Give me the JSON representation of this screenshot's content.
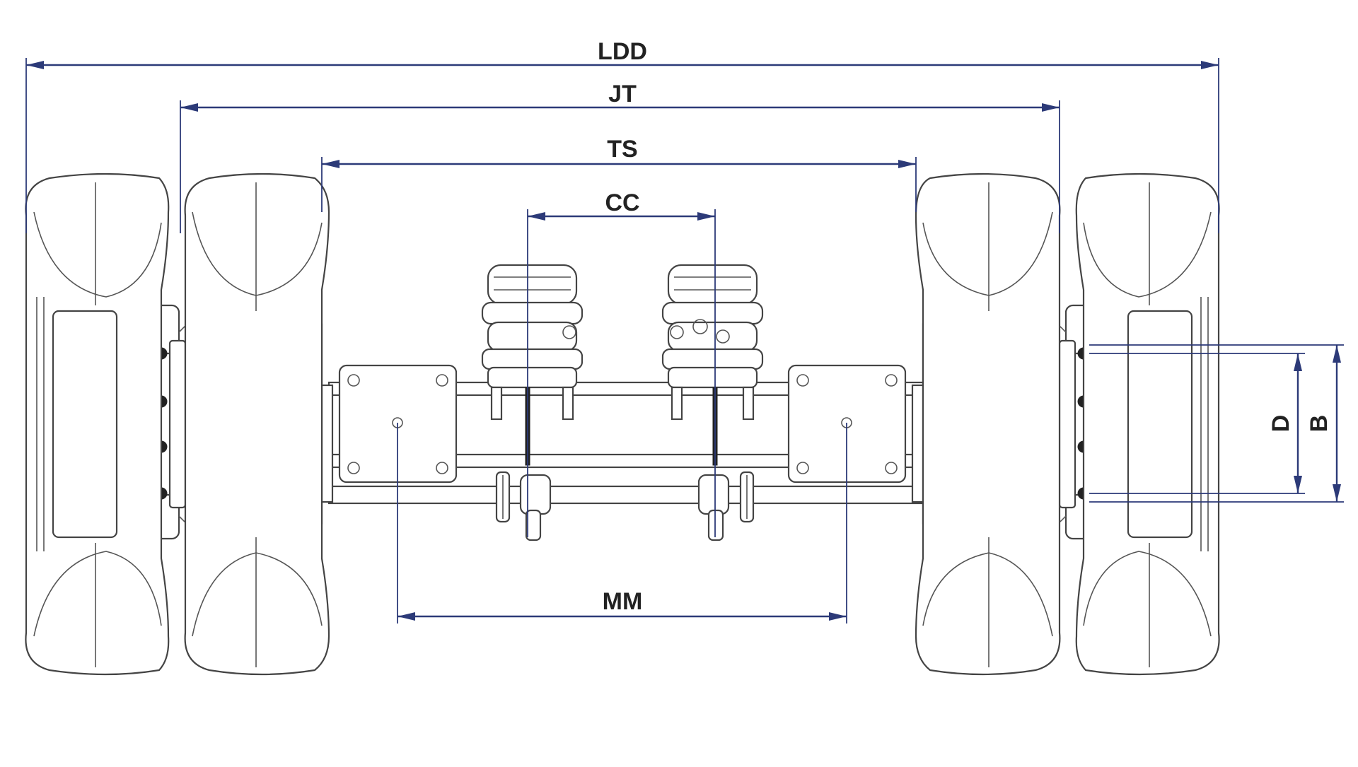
{
  "colors": {
    "dimension": "#2c3a78",
    "outline": "#444444",
    "background": "#ffffff"
  },
  "dimensions": {
    "ldd": "LDD",
    "jt": "JT",
    "ts": "TS",
    "cc": "CC",
    "mm": "MM",
    "d": "D",
    "b": "B"
  }
}
